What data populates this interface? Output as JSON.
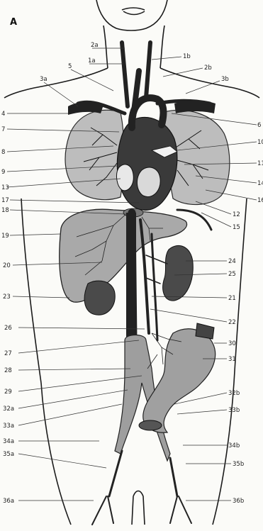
{
  "panel_letter": "A",
  "labels": [
    {
      "id": "l1a",
      "text": "1a"
    },
    {
      "id": "l1b",
      "text": "1b"
    },
    {
      "id": "l2a",
      "text": "2a"
    },
    {
      "id": "l2b",
      "text": "2b"
    },
    {
      "id": "l3a",
      "text": "3a"
    },
    {
      "id": "l3b",
      "text": "3b"
    },
    {
      "id": "l4",
      "text": "4"
    },
    {
      "id": "l5",
      "text": "5"
    },
    {
      "id": "l7",
      "text": "7"
    },
    {
      "id": "l8",
      "text": "8"
    },
    {
      "id": "l9",
      "text": "9"
    },
    {
      "id": "l13",
      "text": "13"
    },
    {
      "id": "l17",
      "text": "17"
    },
    {
      "id": "l18",
      "text": "18"
    },
    {
      "id": "l19",
      "text": "19"
    },
    {
      "id": "l20",
      "text": "20"
    },
    {
      "id": "l23",
      "text": "23"
    },
    {
      "id": "l26",
      "text": "26"
    },
    {
      "id": "l27",
      "text": "27"
    },
    {
      "id": "l28",
      "text": "28"
    },
    {
      "id": "l29",
      "text": "29"
    },
    {
      "id": "l32a",
      "text": "32a"
    },
    {
      "id": "l33a",
      "text": "33a"
    },
    {
      "id": "l34a",
      "text": "34a"
    },
    {
      "id": "l35a",
      "text": "35a"
    },
    {
      "id": "l36a",
      "text": "36a"
    },
    {
      "id": "r6",
      "text": "6"
    },
    {
      "id": "r10",
      "text": "10"
    },
    {
      "id": "r11",
      "text": "11"
    },
    {
      "id": "r14",
      "text": "14"
    },
    {
      "id": "r16",
      "text": "16"
    },
    {
      "id": "r12",
      "text": "12"
    },
    {
      "id": "r15",
      "text": "15"
    },
    {
      "id": "r24",
      "text": "24"
    },
    {
      "id": "r25",
      "text": "25"
    },
    {
      "id": "r21",
      "text": "21"
    },
    {
      "id": "r22",
      "text": "22"
    },
    {
      "id": "r30",
      "text": "30"
    },
    {
      "id": "r31",
      "text": "31"
    },
    {
      "id": "r32b",
      "text": "32b"
    },
    {
      "id": "r33b",
      "text": "33b"
    },
    {
      "id": "r34b",
      "text": "34b"
    },
    {
      "id": "r35b",
      "text": "35b"
    },
    {
      "id": "r36b",
      "text": "36b"
    }
  ]
}
